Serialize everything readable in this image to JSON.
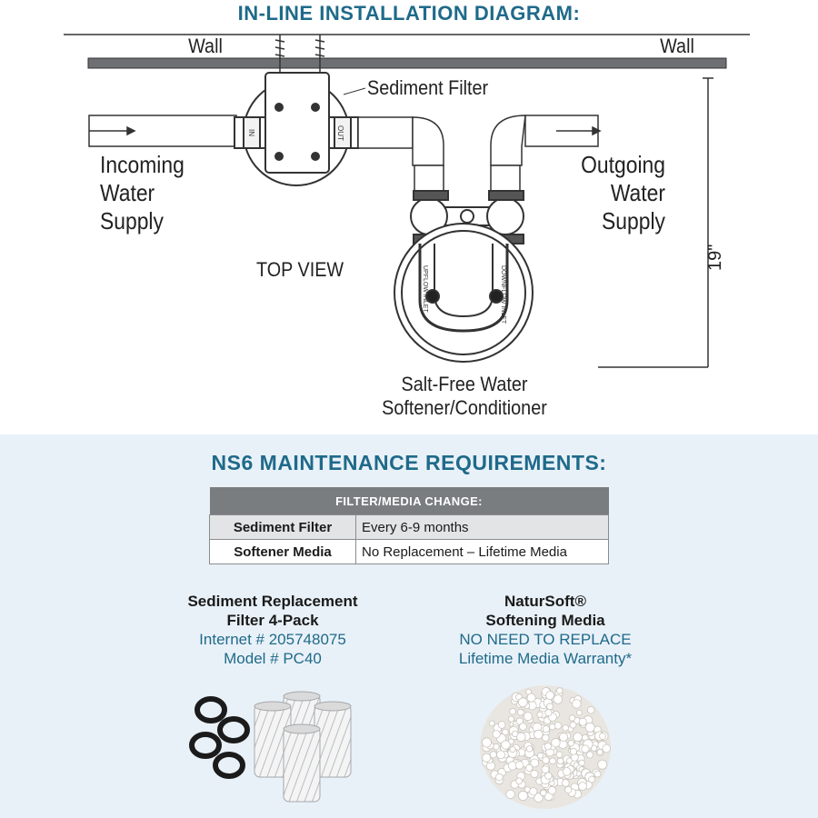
{
  "installation": {
    "title": "IN-LINE INSTALLATION DIAGRAM:",
    "wall_left": "Wall",
    "wall_right": "Wall",
    "sediment_filter": "Sediment Filter",
    "incoming": [
      "Incoming",
      "Water",
      "Supply"
    ],
    "outgoing": [
      "Outgoing",
      "Water",
      "Supply"
    ],
    "top_view": "TOP VIEW",
    "softener": [
      "Salt-Free Water",
      "Softener/Conditioner"
    ],
    "dimension": "19\"",
    "port_in": "IN",
    "port_out": "OUT",
    "inlet_left": "UPFLOW INLET",
    "inlet_right": "DOWNFLOW INLET"
  },
  "maintenance": {
    "title": "NS6 MAINTENANCE REQUIREMENTS:",
    "table_header": "FILTER/MEDIA CHANGE:",
    "rows": [
      {
        "item": "Sediment Filter",
        "value": "Every 6-9 months"
      },
      {
        "item": "Softener Media",
        "value": "No Replacement – Lifetime Media"
      }
    ]
  },
  "products": {
    "filter": {
      "name_line1": "Sediment Replacement",
      "name_line2": "Filter 4-Pack",
      "internet": "Internet # 205748075",
      "model": "Model # PC40"
    },
    "media": {
      "name_line1": "NaturSoft®",
      "name_line2": "Softening Media",
      "note1": "NO NEED TO REPLACE",
      "note2": "Lifetime Media Warranty*"
    }
  },
  "colors": {
    "accent": "#1f6a8a",
    "table_header": "#7a7d80",
    "bottom_bg": "#e9f1f8"
  }
}
